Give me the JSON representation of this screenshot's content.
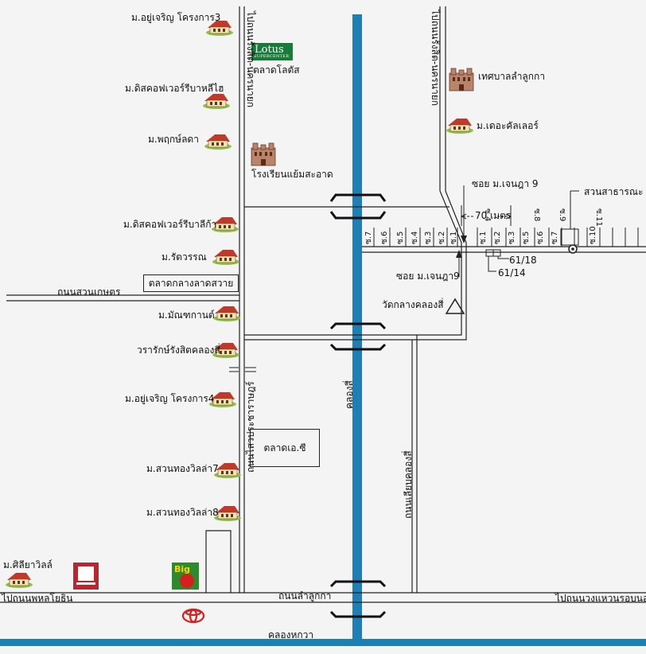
{
  "villages": {
    "v1": "ม.อยู่เจริญ โครงการ3",
    "v2": "ม.ดิสคอฟเวอร์รีบาหลีไฮ",
    "v3": "ม.พฤกษ์ลดา",
    "v4": "ม.ดิสคอฟเวอร์รีบาลีก้า",
    "v5": "ม.รัตวรรณ",
    "v6": "ม.มัณฑกานต์",
    "v7": "วรารักษ์รังสิตคลองสี่",
    "v8": "ม.อยู่เจริญ โครงการ4",
    "v9": "ม.สวนทองวิลล่า7",
    "v10": "ม.สวนทองวิลล่า8",
    "v11": "ม.ศิลียาวิลล์",
    "v12": "ม.เดอะคัลเลอร์"
  },
  "places": {
    "lotus_brand": "Lotus",
    "lotus_sub": "SUPERCENTER",
    "lotus_market": "ตลาดโลตัส",
    "school": "โรงเรียนแย้มสะอาด",
    "municipality": "เทศบาลลำลูกกา",
    "central_market": "ตลาดกลางลาดสวาย",
    "ac_market": "ตลาดเอ.ซี",
    "temple": "วัดกลางคลองสี่",
    "park": "สวนสาธารณะ",
    "big_brand": "Big"
  },
  "roads": {
    "to_rangsit_left": "ไปถนนรังสิต-นครนายก",
    "to_rangsit_right": "ไปถนนรังสิต-นครนายก",
    "suan_kaset": "ถนนสวนเกษตร",
    "sai_wai": "ถนนไสวประชาราษฎร์",
    "klong_si_canal": "คลองสี่",
    "liap_klong_si": "ถนนเลียบคลองสี่",
    "lamlukka": "ถนนลำลูกกา",
    "to_phahon": "ไปถนนพหลโยธิน",
    "to_ring": "ไปถนนวงแหวนรอบนอก",
    "klong_hok_wa": "คลองหกวา"
  },
  "soi": {
    "soi_top": "ซอย ม.เจนฎา 9",
    "soi_bottom": "ซอย ม.เจนฎา9",
    "distance": "70 เมตร",
    "addr1": "61/18",
    "addr2": "61/14",
    "left_labels": [
      "ซ.7",
      "ซ.6",
      "ซ.5",
      "ซ.4",
      "ซ.3",
      "ซ.2",
      "ซ.1"
    ],
    "right_labels": [
      "ซ.1",
      "ซ.2",
      "ซ.3",
      "ซ.4",
      "ซ.5",
      "ซ.6",
      "ซ.7",
      "ซ.8",
      "ซ.9",
      "ซ.10",
      "ซ.11"
    ]
  },
  "colors": {
    "canal": "#1e7fb5",
    "roads": "#222222",
    "background": "#f4f4f4"
  }
}
